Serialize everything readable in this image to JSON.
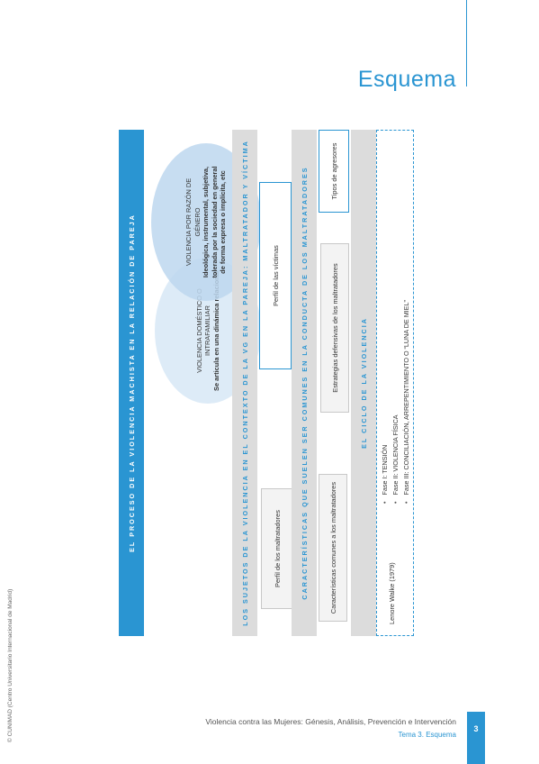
{
  "header": {
    "title": "Esquema"
  },
  "copyright": "© CUNIMAD (Centro Universitario Internacional de Madrid)",
  "footer": {
    "course": "Violencia contra las Mujeres: Génesis, Análisis, Prevención e Intervención",
    "topic": "Tema 3. Esquema",
    "page_number": "3"
  },
  "diagram": {
    "section1": {
      "title": "EL PROCESO DE LA VIOLENCIA MACHISTA EN LA RELACIÓN DE PAREJA",
      "left_oval": {
        "title": "VIOLENCIA DOMÉSTICO O INTRAFAMILIAR",
        "text": "Se articula en una dinámica relacional"
      },
      "right_oval": {
        "title": "VIOLENCIA POR RAZÓN DE GÉNERO",
        "text": "Ideológica, instrumental, subjetiva, tolerada por la sociedad en general de forma expresa o implícita, etc"
      }
    },
    "section2": {
      "title": "LOS SUJETOS DE LA VIOLENCIA EN EL CONTEXTO DE LA VG EN LA PAREJA: MALTRATADOR Y VÍCTIMA",
      "boxes": [
        "Perfil de los maltratadores",
        "Perfil de las víctimas"
      ]
    },
    "section3": {
      "title": "CARACTERÍSTICAS QUE SUELEN SER COMUNES EN LA CONDUCTA DE LOS MALTRATADORES",
      "boxes": [
        "Características comunes a los maltratadores",
        "Estrategias defensivas de los maltratadores",
        "Tipos de agresores"
      ]
    },
    "section4": {
      "title": "EL CICLO DE LA VIOLENCIA",
      "author": "Lenore Walke (1979)",
      "phases": [
        "Fase I: TENSIÓN",
        "Fase II: VIOLENCIA FÍSICA",
        "Fase III: CONCILIACIÓN, ARREPENTIMIENTO O “LUNA DE MIEL”"
      ]
    }
  },
  "colors": {
    "accent": "#2a95d2",
    "band_grey": "#dcdcdc"
  }
}
